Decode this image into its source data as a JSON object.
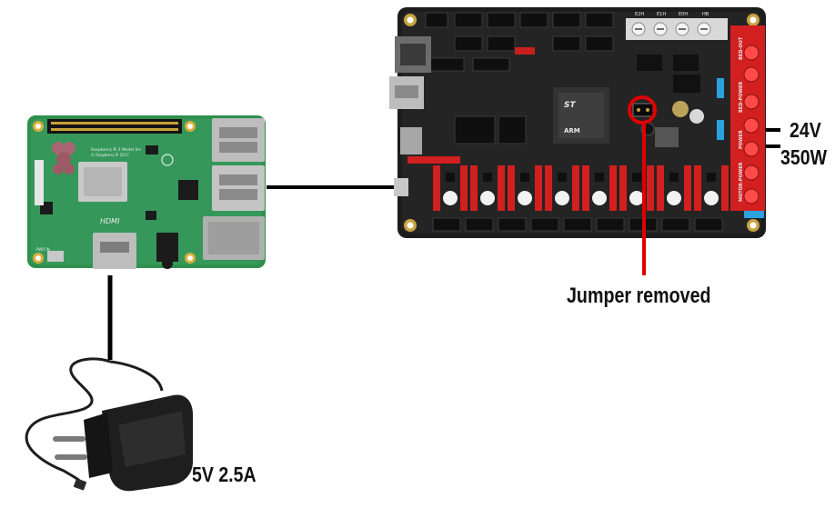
{
  "annotations": {
    "jumper": "Jumper removed",
    "psu_voltage": "24V",
    "psu_power": "350W",
    "charger_rating": "5V 2.5A"
  },
  "pi_board": {
    "hdmi_silk": "HDMI",
    "model_silk": "Raspberry Pi 3 Model B+",
    "copyright_silk": "© Raspberry Pi 2017",
    "pwr_silk": "PWR IN"
  },
  "controller_board": {
    "chip_brand": "ST",
    "chip_core": "ARM",
    "terminals": [
      "BED-OUT",
      "BED-POWER",
      "POWER",
      "MOTOR-POWER"
    ],
    "fan_labels": [
      "E2H",
      "E1H",
      "E0H",
      "HB"
    ]
  },
  "colors": {
    "pi_pcb": "#2f8f4e",
    "controller_pcb": "#1c1c1c",
    "terminal_red": "#d21f1f",
    "jumper_marker": "#e00000",
    "wire": "#000000",
    "charger": "#1e1e1e"
  },
  "icons": {
    "charger": "power-adapter-icon",
    "raspberry_logo": "raspberry-logo-icon"
  }
}
